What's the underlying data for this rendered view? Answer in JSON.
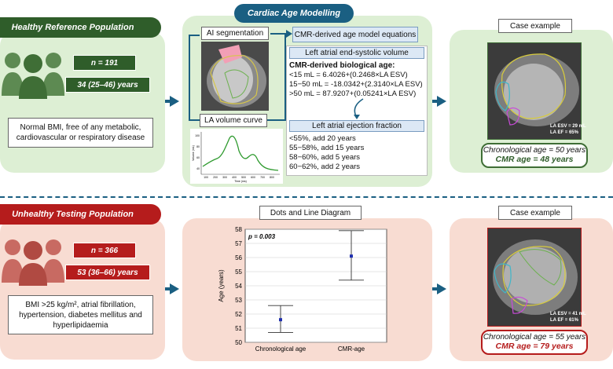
{
  "colors": {
    "green_dark": "#2f5d2a",
    "red_dark": "#b51c1c",
    "navy": "#1a5f82",
    "green_panel": "#ddefd4",
    "pink_panel": "#f8dcd2"
  },
  "top": {
    "banner": "Healthy Reference Population",
    "n": "n = 191",
    "age": "34 (25–46) years",
    "criteria": "Normal BMI, free of any metabolic, cardiovascular or respiratory disease"
  },
  "modelling": {
    "banner": "Cardiac Age Modelling",
    "ai_segmentation": "AI segmentation",
    "la_volume_curve": "LA volume curve",
    "equations_title": "CMR-derived age model equations",
    "esv_title": "Left atrial end-systolic volume",
    "bio_age_title": "CMR-derived biological age:",
    "esv_eq": [
      "<15 mL = 6.4026+(0.2468×LA ESV)",
      "15−50 mL = -18.0342+(2.3140×LA ESV)",
      ">50 mL = 87.9207+(0.05241×LA ESV)"
    ],
    "ef_title": "Left atrial ejection fraction",
    "ef_rules": [
      "<55%, add 20 years",
      "55−58%, add 15 years",
      "58−60%, add 5 years",
      "60−62%, add 2 years"
    ],
    "curve_chart": {
      "ylabel": "Volume (mL)",
      "xlabel": "Time (ms)",
      "yticks": [
        "40",
        "60",
        "80",
        "100"
      ],
      "xticks": [
        "100",
        "200",
        "300",
        "400",
        "500",
        "600",
        "700",
        "800"
      ]
    }
  },
  "case_top": {
    "title": "Case example",
    "esv": "LA ESV = 29 mL",
    "ef": "LA EF = 65%",
    "chrono": "Chronological age = 50 years",
    "cmr": "CMR age = 48 years"
  },
  "bottom": {
    "banner": "Unhealthy Testing Population",
    "n": "n = 366",
    "age": "53 (36–66) years",
    "criteria": "BMI >25 kg/m², atrial fibrillation, hypertension, diabetes mellitus and hyperlipidaemia"
  },
  "dots_title": "Dots and Line Diagram",
  "chart_data": {
    "type": "scatter",
    "title": "",
    "annotation": "p = 0.003",
    "categories": [
      "Chronological age",
      "CMR-age"
    ],
    "ylabel": "Age (years)",
    "xlabel": "",
    "ylim": [
      50,
      58
    ],
    "yticks": [
      50,
      51,
      52,
      53,
      54,
      55,
      56,
      57,
      58
    ],
    "grid": true,
    "series": [
      {
        "values": [
          51.6,
          56.1
        ],
        "lower": [
          50.7,
          54.4
        ],
        "upper": [
          52.6,
          57.9
        ]
      }
    ]
  },
  "case_bottom": {
    "title": "Case example",
    "esv": "LA ESV = 41 mL",
    "ef": "LA EF = 61%",
    "chrono": "Chronological age = 55 years",
    "cmr": "CMR age = 79 years"
  }
}
